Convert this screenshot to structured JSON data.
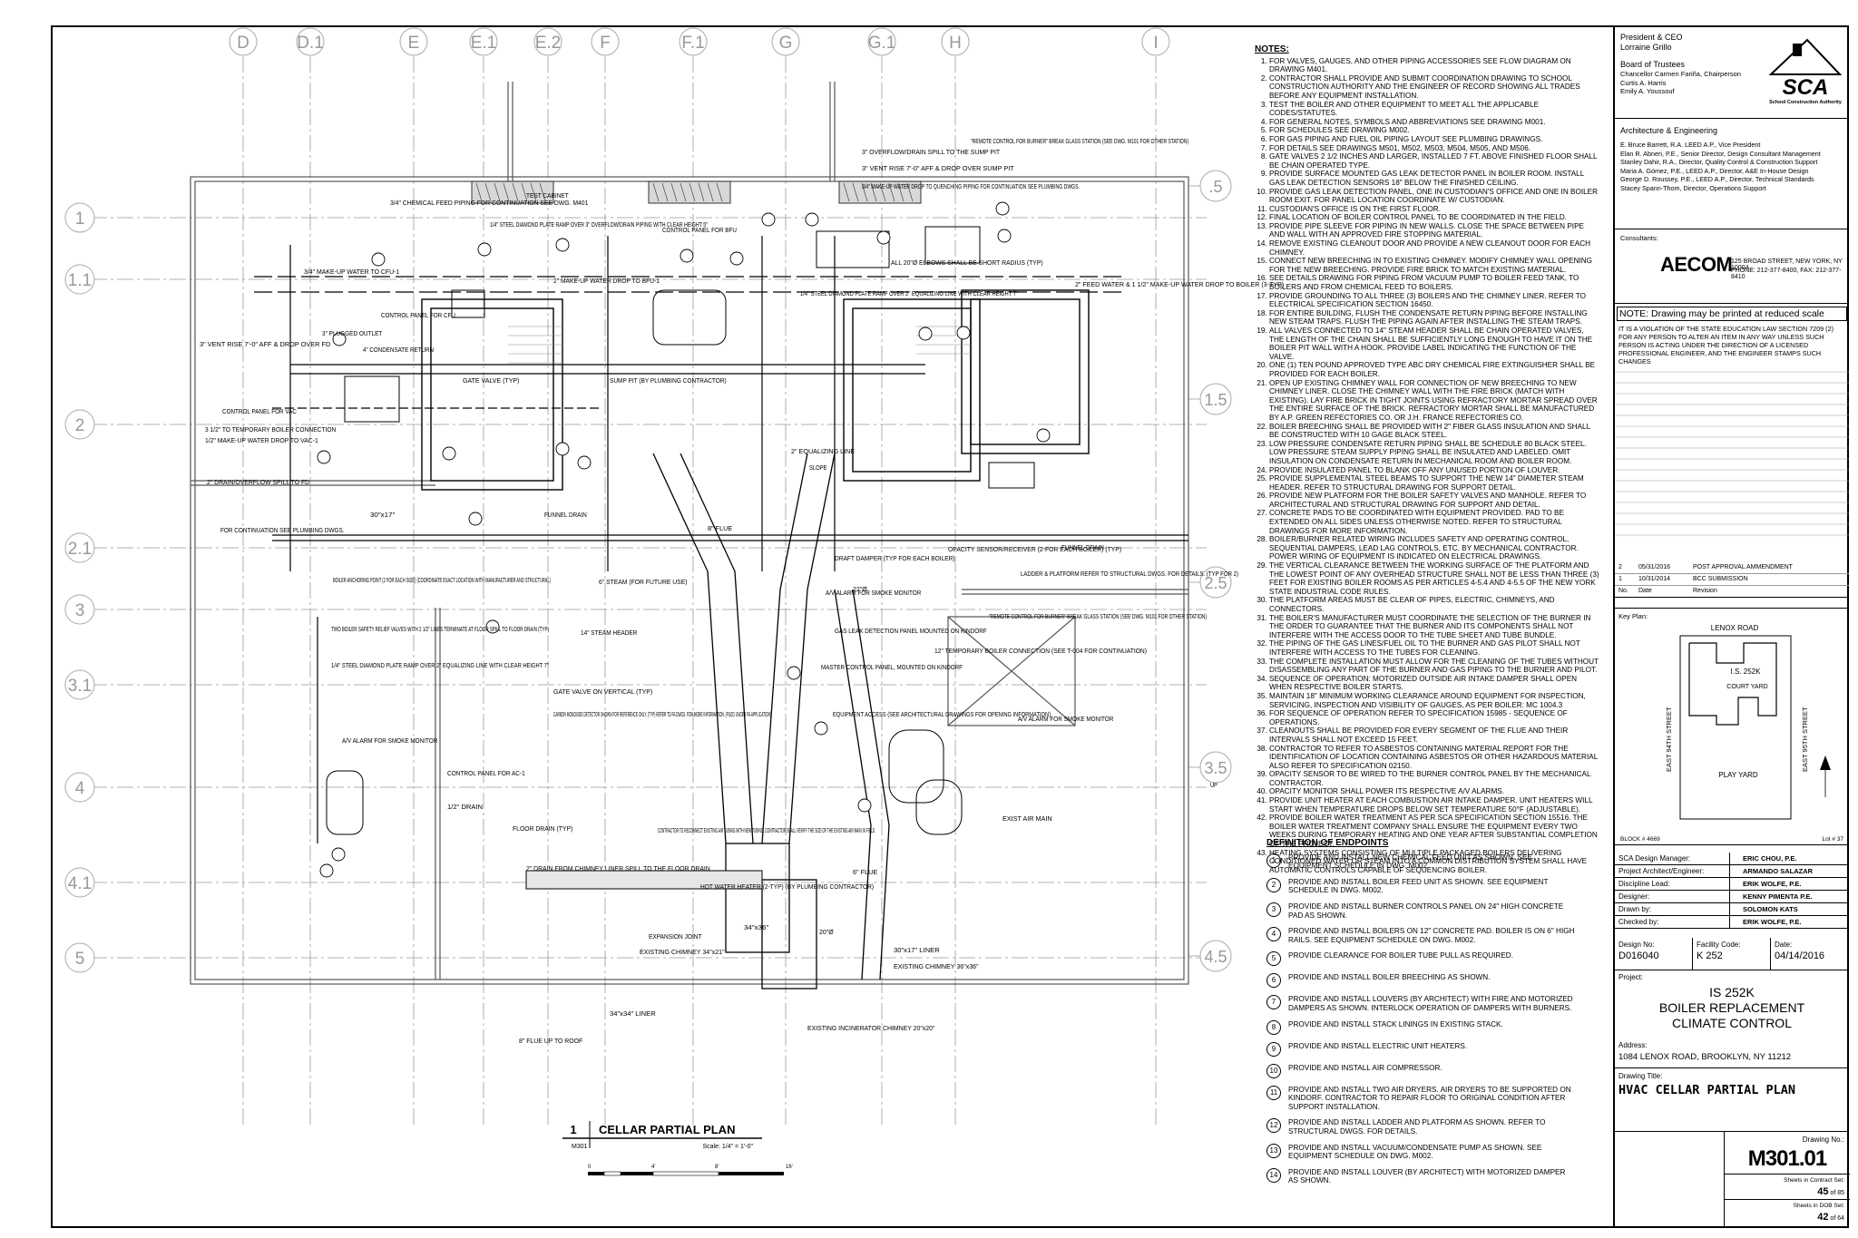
{
  "grid": {
    "columns": [
      "D",
      "D.1",
      "E",
      "E.1",
      "E.2",
      "F",
      "F.1",
      "G",
      "G.1",
      "H",
      "I"
    ],
    "rows_left": [
      "1",
      "1.1",
      "2",
      "2.1",
      "3",
      "3.1",
      "4",
      "4.1",
      "5"
    ],
    "rows_right": [
      ".5",
      "1.5",
      "2.5",
      "3.5",
      "4.5"
    ]
  },
  "plan_labels": [
    "3/4\" CHEMICAL FEED PIPING FOR CONTINUATION SEE DWG. M401",
    "TEST CABINET",
    "1/4\" STEEL DIAMOND PLATE RAMP OVER 3\" OVERFLOW/DRAIN PIPING WITH CLEAR HEIGHT 5\"",
    "3\" OVERFLOW/DRAIN SPILL TO THE SUMP PIT",
    "3\" VENT RISE 7'-0\" AFF & DROP OVER SUMP PIT",
    "3/4\" MAKE-UP WATER DROP TO QUENCHING PIPING FOR CONTINUATION SEE PLUMBING DWGS.",
    "CONTROL PANEL FOR BFU",
    "\"REMOTE CONTROL FOR BURNER\" BREAK GLASS STATION (SEE DWG. M101 FOR OTHER STATION)",
    "3/4\" MAKE-UP WATER TO CFU-1",
    "2\" MAKE-UP WATER DROP TO BFU-1",
    "ALL 20\"Ø ELBOWS SHALL BE SHORT RADIUS (TYP)",
    "2\" FEED WATER & 1 1/2\" MAKE-UP WATER DROP TO BOILER (3-TYP)",
    "CONTROL PANEL FOR CFU",
    "3\" PLUGGED OUTLET",
    "4\" CONDENSATE RETURN",
    "1/4\" STEEL DIAMOND PLATE RAMP OVER 2\" EQUALIZING LINE WITH CLEAR HEIGHT 7\"",
    "FUNNEL DRAIN",
    "3\" VENT RISE 7'-0\" AFF & DROP OVER FD",
    "CONTROL PANEL FOR VAC",
    "3 1/2\" TO TEMPORARY BOILER CONNECTION",
    "1/2\" MAKE-UP WATER DROP TO VAC-1",
    "GATE VALVE (TYP)",
    "SUMP PIT (BY PLUMBING CONTRACTOR)",
    "2\" DRAIN/OVERFLOW SPILL TO FD",
    "2\" EQUALIZING LINE",
    "SLOPE",
    "FOR CONTINUATION SEE PLUMBING DWGS.",
    "FUNNEL DRAIN",
    "BOILER ANCHORING POINT (2 FOR EACH SIDE) (COORDINATE EXACT LOCATION WITH MANUFACTURER AND STRUCTURAL)",
    "TWO BOILER SAFETY RELIEF VALVES WITH 2 1/2\" LINES TERMINATE AT FLOOR SPILL TO FLOOR DRAIN (TYP)",
    "1/4\" STEEL DIAMOND PLATE RAMP OVER 2\" EQUALIZING LINE WITH CLEAR HEIGHT 7\"",
    "6\" STEAM (FOR FUTURE USE)",
    "14\" STEAM HEADER",
    "GATE VALVE ON VERTICAL (TYP)",
    "DRAFT DAMPER (TYP FOR EACH BOILER)",
    "A/V ALARM FOR SMOKE MONITOR",
    "OPACITY SENSOR/RECEIVER (2-FOR EACH BOILER) (TYP)",
    "LADDER & PLATFORM REFER TO STRUCTURAL DWGS. FOR DETAILS. (TYP FOR 2)",
    "GAS LEAK DETECTION PANEL MOUNTED ON KINDORF",
    "MASTER CONTROL PANEL, MOUNTED ON KINDORF",
    "12\" TEMPORARY BOILER CONNECTION (SEE T-004 FOR CONTINUATION)",
    "\"REMOTE CONTROL FOR BURNER\" BREAK GLASS STATION (SEE DWG. M101 FOR OTHER STATION)",
    "A/V ALARM FOR SMOKE MONITOR",
    "CARBON MONOXIDE DETECTOR SHOWN FOR REFERENCE ONLY. (TYP) REFER TO FA DWGS. FOR MORE INFORMATION. (FILED UNDER FA APPLICATION)",
    "A/V ALARM FOR SMOKE MONITOR",
    "CONTROL PANEL FOR AC-1",
    "1/2\" DRAIN",
    "FLOOR DRAIN (TYP)",
    "CONTRACTOR TO RECONNECT EXISTING AIR TUBING WITH NEW TUBING. CONTRACTOR SHALL VERIFY THE SIZE OF THE EXISTING AIR MAIN IN FIELD.",
    "2\" DRAIN FROM CHIMNEY LINER SPILL TO THE FLOOR DRAIN",
    "EXIST AIR MAIN",
    "HOT WATER HEATER (2-TYP) (BY PLUMBING CONTRACTOR)",
    "EXPANSION JOINT",
    "EXISTING CHIMNEY 34\"x21\"",
    "30\"x17\" LINER",
    "EXISTING CHIMNEY 36\"x36\"",
    "34\"x34\" LINER",
    "EXISTING INCINERATOR CHIMNEY 20\"x20\"",
    "8\" FLUE UP TO ROOF",
    "EQUIPMENT ACCESS (SEE ARCHITECTURAL DRAWINGS FOR OPENING INFORMATION)",
    "6\" FLUE",
    "8\" FLUE",
    "22\"Ø",
    "20\"Ø",
    "34\"x36\"",
    "30\"x17\"",
    "UP"
  ],
  "plan_title": {
    "number": "1",
    "sheet_ref": "M301",
    "title": "CELLAR PARTIAL PLAN",
    "scale": "Scale: 1/4\" = 1'-0\"",
    "scale_ticks": [
      "0",
      "4'",
      "8'",
      "16'"
    ]
  },
  "notes": {
    "heading": "NOTES:",
    "items": [
      "FOR VALVES, GAUGES, AND OTHER PIPING ACCESSORIES SEE FLOW DIAGRAM ON DRAWING M401.",
      "CONTRACTOR SHALL PROVIDE AND SUBMIT COORDINATION DRAWING TO SCHOOL CONSTRUCTION AUTHORITY AND THE ENGINEER OF RECORD SHOWING ALL TRADES BEFORE ANY EQUIPMENT INSTALLATION.",
      "TEST THE BOILER AND OTHER EQUIPMENT TO MEET ALL THE APPLICABLE CODES/STATUTES.",
      "FOR GENERAL NOTES, SYMBOLS AND ABBREVIATIONS SEE DRAWING M001.",
      "FOR SCHEDULES SEE DRAWING M002.",
      "FOR GAS PIPING AND FUEL OIL PIPING LAYOUT SEE PLUMBING DRAWINGS.",
      "FOR DETAILS SEE DRAWINGS M501, M502, M503, M504, M505, AND M506.",
      "GATE VALVES 2 1/2 INCHES AND LARGER, INSTALLED 7 FT. ABOVE FINISHED FLOOR SHALL BE CHAIN OPERATED TYPE.",
      "PROVIDE SURFACE MOUNTED GAS LEAK DETECTOR PANEL IN BOILER ROOM. INSTALL GAS LEAK DETECTION SENSORS 18\" BELOW THE FINISHED CEILING.",
      "PROVIDE GAS LEAK DETECTION PANEL, ONE IN CUSTODIAN'S OFFICE AND ONE IN BOILER ROOM EXIT. FOR PANEL LOCATION COORDINATE W/ CUSTODIAN.",
      "CUSTODIAN'S OFFICE IS ON THE FIRST FLOOR.",
      "FINAL LOCATION OF BOILER CONTROL PANEL TO BE COORDINATED IN THE FIELD.",
      "PROVIDE PIPE SLEEVE FOR PIPING IN NEW WALLS. CLOSE THE SPACE BETWEEN PIPE AND WALL WITH AN APPROVED FIRE STOPPING MATERIAL.",
      "REMOVE EXISTING CLEANOUT DOOR AND PROVIDE A NEW CLEANOUT DOOR FOR EACH CHIMNEY.",
      "CONNECT NEW BREECHING IN TO EXISTING CHIMNEY. MODIFY CHIMNEY WALL OPENING FOR THE NEW BREECHING. PROVIDE FIRE BRICK TO MATCH EXISTING MATERIAL.",
      "SEE DETAILS DRAWING FOR PIPING FROM VACUUM PUMP TO BOILER FEED TANK, TO BOILERS AND FROM CHEMICAL FEED TO BOILERS.",
      "PROVIDE GROUNDING TO ALL THREE (3) BOILERS AND THE CHIMNEY LINER. REFER TO ELECTRICAL SPECIFICATION SECTION 16450.",
      "FOR ENTIRE BUILDING, FLUSH THE CONDENSATE RETURN PIPING BEFORE INSTALLING NEW STEAM TRAPS. FLUSH THE PIPING AGAIN AFTER INSTALLING THE STEAM TRAPS.",
      "ALL VALVES CONNECTED TO 14\" STEAM HEADER SHALL BE CHAIN OPERATED VALVES, THE LENGTH OF THE CHAIN SHALL BE SUFFICIENTLY LONG ENOUGH TO HAVE IT ON THE BOILER PIT WALL WITH A HOOK. PROVIDE LABEL INDICATING THE FUNCTION OF THE VALVE.",
      "ONE (1) TEN POUND APPROVED TYPE ABC DRY CHEMICAL FIRE EXTINGUISHER SHALL BE PROVIDED FOR EACH BOILER.",
      "OPEN UP EXISTING CHIMNEY WALL FOR CONNECTION OF NEW BREECHING TO NEW CHIMNEY LINER. CLOSE THE CHIMNEY WALL WITH THE FIRE BRICK (MATCH WITH EXISTING). LAY FIRE BRICK IN TIGHT JOINTS USING REFRACTORY MORTAR SPREAD OVER THE ENTIRE SURFACE OF THE BRICK. REFRACTORY MORTAR SHALL BE MANUFACTURED BY A.P. GREEN REFECTORIES CO. OR J.H. FRANCE REFECTORIES CO.",
      "BOILER BREECHING SHALL BE PROVIDED WITH 2\" FIBER GLASS INSULATION AND SHALL BE CONSTRUCTED WITH 10 GAGE BLACK STEEL.",
      "LOW PRESSURE CONDENSATE RETURN PIPING SHALL BE SCHEDULE 80 BLACK STEEL. LOW PRESSURE STEAM SUPPLY PIPING SHALL BE INSULATED AND LABELED. OMIT INSULATION ON CONDENSATE RETURN IN MECHANICAL ROOM AND BOILER ROOM.",
      "PROVIDE INSULATED PANEL TO BLANK OFF ANY UNUSED PORTION OF LOUVER.",
      "PROVIDE SUPPLEMENTAL STEEL BEAMS TO SUPPORT THE NEW 14\" DIAMETER STEAM HEADER. REFER TO STRUCTURAL DRAWING FOR SUPPORT DETAIL.",
      "PROVIDE NEW PLATFORM FOR THE BOILER SAFETY VALVES AND MANHOLE. REFER TO ARCHITECTURAL AND STRUCTURAL DRAWING FOR SUPPORT AND DETAIL.",
      "CONCRETE PADS TO BE COORDINATED WITH EQUIPMENT PROVIDED. PAD TO BE EXTENDED ON ALL SIDES UNLESS OTHERWISE NOTED. REFER TO STRUCTURAL DRAWINGS FOR MORE INFORMATION.",
      "BOILER/BURNER RELATED WIRING INCLUDES SAFETY AND OPERATING CONTROL, SEQUENTIAL DAMPERS, LEAD LAG CONTROLS, ETC. BY MECHANICAL CONTRACTOR. POWER WIRING OF EQUIPMENT IS INDICATED ON ELECTRICAL DRAWINGS.",
      "THE VERTICAL CLEARANCE BETWEEN THE WORKING SURFACE OF THE PLATFORM AND THE LOWEST POINT OF ANY OVERHEAD STRUCTURE SHALL NOT BE LESS THAN THREE (3) FEET FOR EXISTING BOILER ROOMS AS PER ARTICLES 4-5.4 AND 4-5.5 OF THE NEW YORK STATE INDUSTRIAL CODE RULES.",
      "THE PLATFORM AREAS MUST BE CLEAR OF PIPES, ELECTRIC, CHIMNEYS, AND CONNECTORS.",
      "THE BOILER'S MANUFACTURER MUST COORDINATE THE SELECTION OF THE BURNER IN THE ORDER TO GUARANTEE THAT THE BURNER AND ITS COMPONENTS SHALL NOT INTERFERE WITH THE ACCESS DOOR TO THE TUBE SHEET AND TUBE BUNDLE.",
      "THE PIPING OF THE GAS LINES/FUEL OIL TO THE BURNER AND GAS PILOT SHALL NOT INTERFERE WITH ACCESS TO THE TUBES FOR CLEANING.",
      "THE COMPLETE INSTALLATION MUST ALLOW FOR THE CLEANING OF THE TUBES WITHOUT DISASSEMBLING ANY PART OF THE BURNER AND GAS PIPING TO THE BURNER AND PILOT.",
      "SEQUENCE OF OPERATION: MOTORIZED OUTSIDE AIR INTAKE DAMPER SHALL OPEN WHEN RESPECTIVE BOILER STARTS.",
      "MAINTAIN 18\" MINIMUM WORKING CLEARANCE AROUND EQUIPMENT FOR INSPECTION, SERVICING, INSPECTION AND VISIBILITY OF GAUGES, AS PER BOILER: MC 1004.3",
      "FOR SEQUENCE OF OPERATION REFER TO SPECIFICATION 15985 - SEQUENCE OF OPERATIONS.",
      "CLEANOUTS SHALL BE PROVIDED FOR EVERY SEGMENT OF THE FLUE AND THEIR INTERVALS SHALL NOT EXCEED 15 FEET.",
      "CONTRACTOR TO REFER TO ASBESTOS CONTAINING MATERIAL REPORT FOR THE IDENTIFICATION OF LOCATION CONTAINING ASBESTOS OR OTHER HAZARDOUS MATERIAL ALSO REFER TO SPECIFICATION 02150.",
      "OPACITY SENSOR TO BE WIRED TO THE BURNER CONTROL PANEL BY THE MECHANICAL CONTRACTOR.",
      "OPACITY MONITOR SHALL POWER ITS RESPECTIVE A/V ALARMS.",
      "PROVIDE UNIT HEATER AT EACH COMBUSTION AIR INTAKE DAMPER. UNIT HEATERS WILL START WHEN TEMPERATURE DROPS BELOW SET TEMPERATURE 50°F (ADJUSTABLE).",
      "PROVIDE BOILER WATER TREATMENT AS PER SCA SPECIFICATION SECTION 15516. THE BOILER WATER TREATMENT COMPANY SHALL ENSURE THE EQUIPMENT EVERY TWO WEEKS DURING TEMPORARY HEATING AND ONE YEAR AFTER SUBSTANTIAL COMPLETION OF THE PROJECT.",
      "HEATING SYSTEMS CONSISTING OF MULTIPLE PACKAGED BOILERS DELIVERING CONDITIONED WATER OR STEAM INTO A COMMON DISTRIBUTION SYSTEM SHALL HAVE AUTOMATIC CONTROLS CAPABLE OF SEQUENCING BOILER."
    ]
  },
  "endpoints": {
    "heading": "DEFINITION OF ENDPOINTS",
    "items": [
      "PROVIDE AND INSTALL NEW CHEMICAL FEED UNIT AS SHOWN. SEE EQUIPMENT SCHEDULE IN DWG. M002.",
      "PROVIDE AND INSTALL BOILER FEED UNIT AS SHOWN. SEE EQUIPMENT SCHEDULE IN DWG. M002.",
      "PROVIDE AND INSTALL BURNER CONTROLS PANEL ON 24\" HIGH CONCRETE PAD AS SHOWN.",
      "PROVIDE AND INSTALL BOILERS ON 12\" CONCRETE PAD. BOILER IS ON 6\" HIGH RAILS. SEE EQUIPMENT SCHEDULE ON DWG. M002.",
      "PROVIDE CLEARANCE FOR BOILER TUBE PULL AS REQUIRED.",
      "PROVIDE AND INSTALL BOILER BREECHING AS SHOWN.",
      "PROVIDE AND INSTALL LOUVERS (BY ARCHITECT) WITH FIRE AND MOTORIZED DAMPERS AS SHOWN. INTERLOCK OPERATION OF DAMPERS WITH BURNERS.",
      "PROVIDE AND INSTALL STACK LININGS IN EXISTING STACK.",
      "PROVIDE AND INSTALL ELECTRIC UNIT HEATERS.",
      "PROVIDE AND INSTALL AIR COMPRESSOR.",
      "PROVIDE AND INSTALL TWO AIR DRYERS. AIR DRYERS TO BE SUPPORTED ON KINDORF. CONTRACTOR TO REPAIR FLOOR TO ORIGINAL CONDITION AFTER SUPPORT INSTALLATION.",
      "PROVIDE AND INSTALL LADDER AND PLATFORM AS SHOWN. REFER TO STRUCTURAL DWGS. FOR DETAILS.",
      "PROVIDE AND INSTALL VACUUM/CONDENSATE PUMP AS SHOWN. SEE EQUIPMENT SCHEDULE ON DWG. M002.",
      "PROVIDE AND INSTALL LOUVER (BY ARCHITECT) WITH MOTORIZED DAMPER AS SHOWN."
    ]
  },
  "titleblock": {
    "ceo_title": "President & CEO",
    "ceo_name": "Lorraine Grillo",
    "board_title": "Board of Trustees",
    "board_members": [
      "Chancellor Carmen Fariña, Chairperson",
      "Curtis A. Harris",
      "Emily A. Youssouf"
    ],
    "logo_text": "SCA",
    "logo_sub": "School Construction Authority",
    "ae_title": "Architecture & Engineering",
    "ae_members": [
      "E. Bruce Barrett, R.A. LEED A.P., Vice President",
      "Elan R. Abneri, P.E., Senior Director, Design Consultant Management",
      "Stanley Dahir, R.A., Director, Quality Control & Construction Support",
      "Maria A. Gómez, P.E., LEED A.P., Director, A&E In-House Design",
      "George D. Roussey, P.E., LEED A.P., Director, Technical Standards",
      "Stacey Spann-Thom, Director, Operations Support"
    ],
    "consultants_label": "Consultants:",
    "consultant_logo": "AECOM",
    "consultant_address": "125 BROAD STREET, NEW YORK, NY 10004",
    "consultant_phone": "PHONE: 212-377-8400, FAX: 212-377-8410",
    "note_reduced": "NOTE: Drawing may be printed at reduced scale",
    "violation_text": "IT IS A VIOLATION OF THE STATE EDUCATION LAW SECTION 7209 (2) FOR ANY PERSON TO ALTER AN ITEM IN ANY WAY UNLESS SUCH PERSON IS ACTING UNDER THE DIRECTION OF A LICENSED PROFESSIONAL ENGINEER, AND THE ENGINEER STAMPS SUCH CHANGES",
    "revisions": [
      {
        "no": "2",
        "date": "05/31/2016",
        "rev": "POST APPROVAL AMMENDMENT"
      },
      {
        "no": "1",
        "date": "10/31/2014",
        "rev": "BCC SUBMISSION"
      }
    ],
    "rev_headers": [
      "No.",
      "Date",
      "Revision"
    ],
    "keyplan_label": "Key Plan:",
    "keyplan": {
      "top_street": "LENOX ROAD",
      "left_street": "EAST 94TH STREET",
      "right_street": "EAST 95TH STREET",
      "building": "I.S. 252K",
      "court_yard": "COURT YARD",
      "play_yard": "PLAY YARD",
      "block": "BLOCK # 4669",
      "lot": "Lot # 37"
    },
    "signatures": [
      {
        "role": "SCA Design Manager:",
        "name": "ERIC CHOU, P.E."
      },
      {
        "role": "Project Architect/Engineer:",
        "name": "ARMANDO SALAZAR"
      },
      {
        "role": "Discipline Lead:",
        "name": "ERIK WOLFE, P.E."
      },
      {
        "role": "Designer:",
        "name": "KENNY PIMENTA P.E."
      },
      {
        "role": "Drawn by:",
        "name": "SOLOMON KATS"
      },
      {
        "role": "Checked by:",
        "name": "ERIK WOLFE, P.E."
      }
    ],
    "design_no_label": "Design No:",
    "design_no": "D016040",
    "facility_label": "Facility Code:",
    "facility": "K 252",
    "date_label": "Date:",
    "date": "04/14/2016",
    "project_label": "Project:",
    "project_lines": [
      "IS 252K",
      "BOILER REPLACEMENT",
      "CLIMATE CONTROL"
    ],
    "address_label": "Address:",
    "address": "1084 LENOX ROAD, BROOKLYN, NY 11212",
    "drawing_title_label": "Drawing Title:",
    "drawing_title": "HVAC CELLAR PARTIAL PLAN",
    "drawing_no_label": "Drawing No.:",
    "drawing_no": "M301.01",
    "contract_label": "Sheets in Contract Set:",
    "contract_sheet": "45",
    "contract_total": "of 85",
    "dob_label": "Sheets in DOB Set:",
    "dob_sheet": "42",
    "dob_total": "of 64"
  }
}
